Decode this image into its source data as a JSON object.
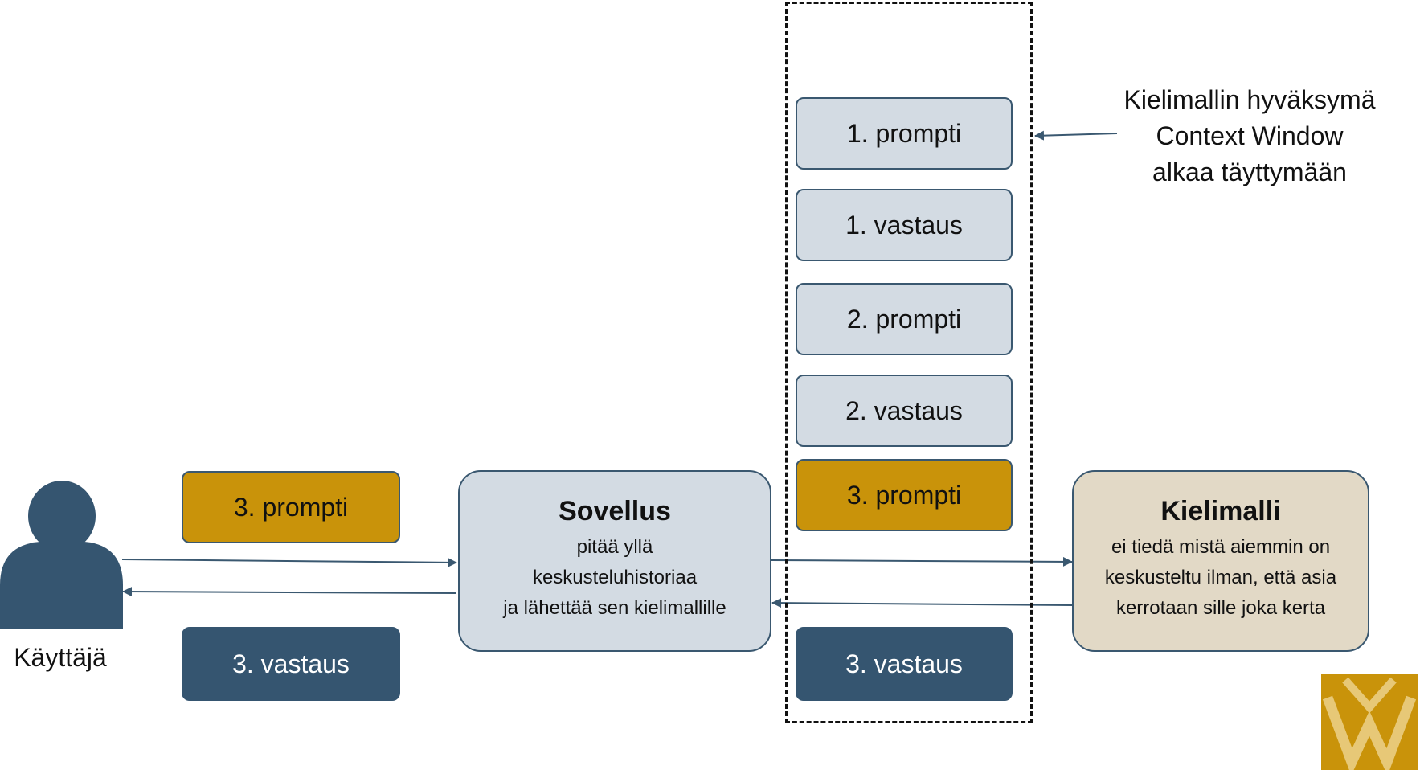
{
  "user": {
    "label": "Käyttäjä"
  },
  "left_messages": {
    "prompt": "3. prompti",
    "response": "3. vastaus"
  },
  "app": {
    "title": "Sovellus",
    "lines": [
      "pitää yllä",
      "keskusteluhistoriaa",
      "ja lähettää sen kielimallille"
    ]
  },
  "context": {
    "items": [
      "1. prompti",
      "1. vastaus",
      "2. prompti",
      "2. vastaus",
      "3. prompti"
    ],
    "response": "3. vastaus"
  },
  "note": {
    "lines": [
      "Kielimallin hyväksymä",
      "Context Window",
      "alkaa täyttymään"
    ]
  },
  "model": {
    "title": "Kielimalli",
    "lines": [
      "ei tiedä mistä aiemmin on",
      "keskusteltu ilman, että asia",
      "kerrotaan sille joka kerta"
    ]
  },
  "colors": {
    "navy": "#355570",
    "light": "#d3dbe3",
    "gold": "#c9930a",
    "beige": "#e2d9c6"
  },
  "icons": {
    "user": "person-icon",
    "logo": "w-logo-icon"
  }
}
